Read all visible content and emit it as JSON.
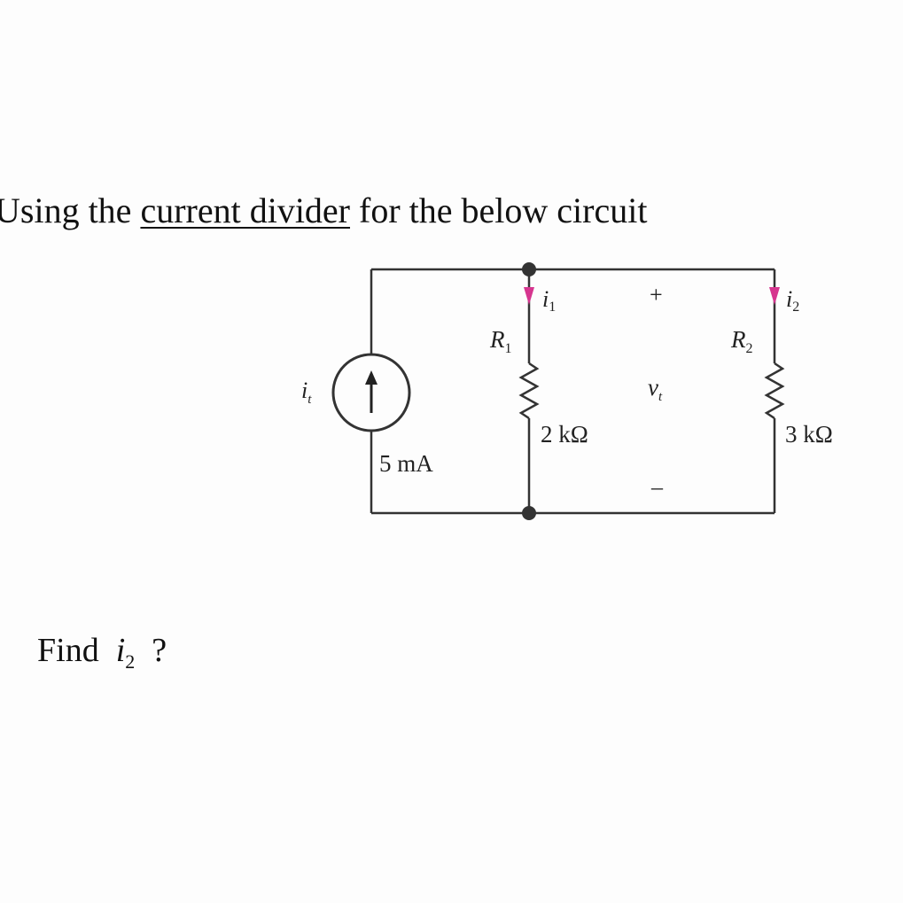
{
  "prompt": {
    "lead": "Using the ",
    "underlined": "current divider",
    "tail": " for the below circuit"
  },
  "question": {
    "find": "Find",
    "var": "i",
    "sub": "2",
    "mark": "?"
  },
  "circuit": {
    "source": {
      "label": "i",
      "label_sub": "t",
      "value": "5 mA"
    },
    "r1": {
      "name": "R",
      "name_sub": "1",
      "value": "2 kΩ",
      "current": "i",
      "current_sub": "1"
    },
    "r2": {
      "name": "R",
      "name_sub": "2",
      "value": "3 kΩ",
      "current": "i",
      "current_sub": "2"
    },
    "voltage": {
      "plus": "+",
      "label": "v",
      "label_sub": "t",
      "minus": "–"
    },
    "arrow_color": "#d6358f",
    "wire_color": "#333333"
  }
}
